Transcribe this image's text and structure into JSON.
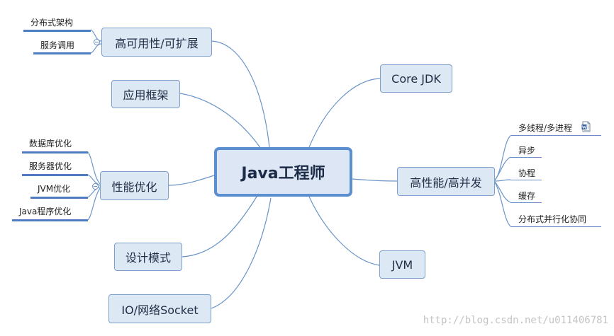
{
  "central": {
    "label": "Java工程师"
  },
  "left_nodes": {
    "ha": {
      "label": "高可用性/可扩展",
      "leaves": [
        "分布式架构",
        "服务调用"
      ]
    },
    "framework": {
      "label": "应用框架"
    },
    "perf": {
      "label": "性能优化",
      "leaves": [
        "数据库优化",
        "服务器优化",
        "JVM优化",
        "Java程序优化"
      ]
    },
    "design": {
      "label": "设计模式"
    },
    "io": {
      "label": "IO/网络Socket"
    }
  },
  "right_nodes": {
    "core": {
      "label": "Core JDK"
    },
    "concurrency": {
      "label": "高性能/高并发",
      "leaves": [
        "多线程/多进程",
        "异步",
        "协程",
        "缓存",
        "分布式并行化协同"
      ]
    },
    "jvm": {
      "label": "JVM"
    }
  },
  "icons": {
    "note": "word-document-icon",
    "collapse": "minus-circle-icon"
  },
  "watermark": "http://blog.csdn.net/u011406781",
  "colors": {
    "box_fill": "#dde8f5",
    "box_border": "#7c9fcc",
    "central_border": "#5b8fd0",
    "connector": "#6a8fc4"
  }
}
